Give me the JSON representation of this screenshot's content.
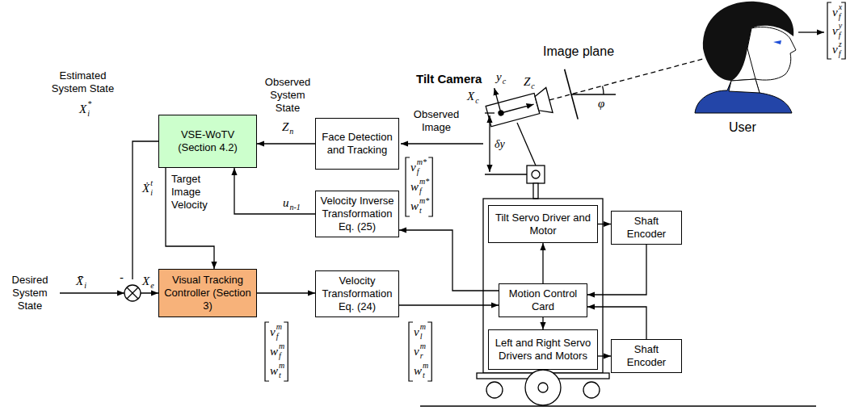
{
  "diagram": {
    "nodes": [
      {
        "text": [
          "VSE-WoTV (Section 4.2)"
        ]
      },
      {
        "text": [
          "Face Detection and Tracking"
        ]
      },
      {
        "text": [
          "Velocity Inverse Transformation Eq. (25)"
        ]
      },
      {
        "text": [
          "Visual Tracking Controller (Section 3)"
        ]
      },
      {
        "text": [
          "Velocity Transformation Eq. (24)"
        ]
      },
      {
        "text": [
          "Tilt Servo Driver and Motor"
        ]
      },
      {
        "text": [
          "Shaft Encoder"
        ]
      },
      {
        "text": [
          "Motion Control Card"
        ]
      },
      {
        "text": [
          "Left and Right Servo Drivers and Motors"
        ]
      },
      {
        "text": [
          "Shaft Encoder"
        ]
      }
    ],
    "edges": [
      {
        "from": 1,
        "to": 0,
        "arrow": "to"
      },
      {
        "from": 2,
        "to": 0,
        "arrow": "to"
      },
      {
        "from": 0,
        "to": 3,
        "arrow": "to"
      },
      {
        "from": 0,
        "to": 3,
        "arrow": "to"
      },
      {
        "from": 3,
        "to": 4,
        "arrow": "to"
      },
      {
        "from": 4,
        "to": 7,
        "arrow": "to"
      },
      {
        "from": 7,
        "to": 2,
        "arrow": "to"
      },
      {
        "from": 7,
        "to": 5,
        "arrow": "to"
      },
      {
        "from": 7,
        "to": 8,
        "arrow": "to"
      },
      {
        "from": 5,
        "to": 6,
        "arrow": "to"
      },
      {
        "from": 6,
        "to": 7,
        "arrow": "to"
      },
      {
        "from": 8,
        "to": 9,
        "arrow": "to"
      },
      {
        "from": 9,
        "to": 7,
        "arrow": "to"
      }
    ],
    "labels": [
      "Estimated System State",
      "X",
      "i",
      "*",
      "Observed System State",
      "Z",
      "n",
      "Observed Image",
      "Tilt Camera",
      "Image plane",
      "y",
      "c",
      "X",
      "c",
      "Z",
      "c",
      "φ",
      "δy",
      "User",
      "Target Image Velocity",
      "Ẋ",
      "i",
      "t",
      "u",
      "n-1",
      "Desired System State",
      "X̄",
      "i",
      "-",
      "X",
      "e",
      "v",
      "f",
      "m*",
      "w",
      "f",
      "m*",
      "w",
      "t",
      "m*",
      "v",
      "f",
      "m",
      "w",
      "f",
      "m",
      "w",
      "t",
      "m",
      "v",
      "l",
      "m",
      "v",
      "r",
      "m",
      "w",
      "t",
      "m",
      "v",
      "f",
      "x",
      "v",
      "f",
      "y",
      "v",
      "f",
      "z"
    ]
  }
}
